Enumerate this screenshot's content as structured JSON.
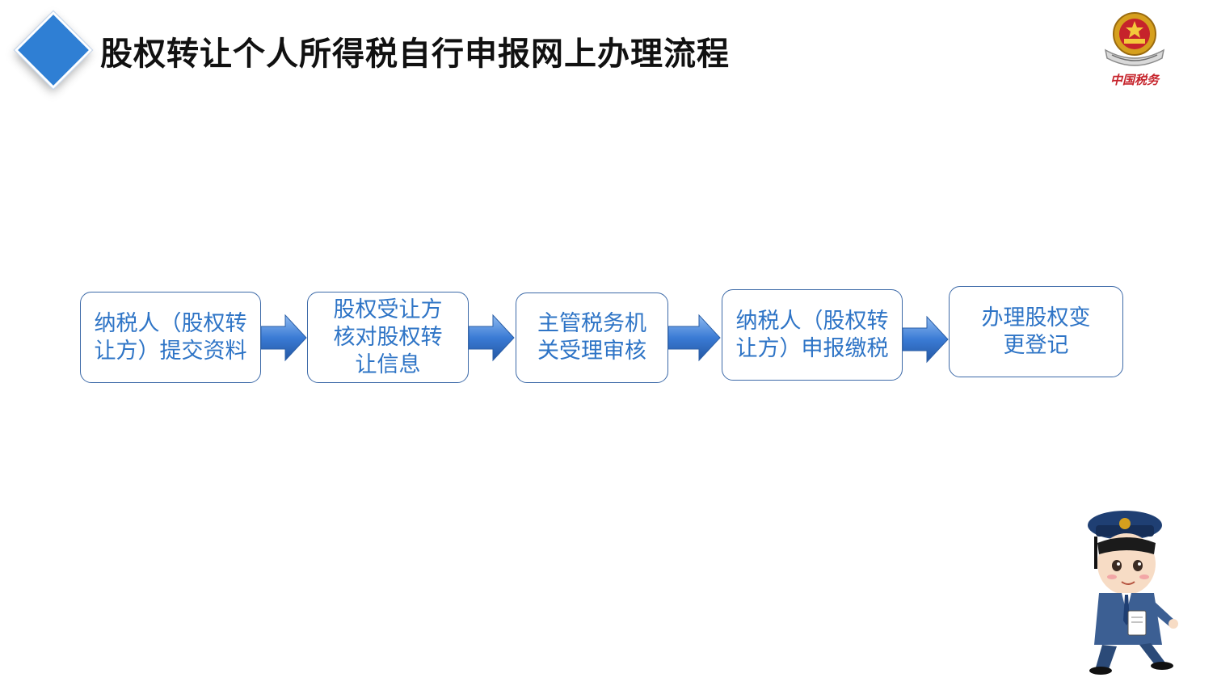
{
  "header": {
    "title": "股权转让个人所得税自行申报网上办理流程",
    "emblem_text": "中国税务"
  },
  "colors": {
    "accent": "#2f7fd4",
    "step_text": "#2e74c6",
    "step_border": "#3d6aa8",
    "arrow": "#3a7bd5",
    "emblem_red": "#c6232b"
  },
  "flow": {
    "steps": [
      {
        "id": "step-1",
        "text": "纳税人（股权转\n让方）提交资料"
      },
      {
        "id": "step-2",
        "text": "股权受让方\n核对股权转\n让信息"
      },
      {
        "id": "step-3",
        "text": "主管税务机\n关受理审核"
      },
      {
        "id": "step-4",
        "text": "纳税人（股权转\n让方）申报缴税"
      },
      {
        "id": "step-5",
        "text": "办理股权变\n更登记"
      }
    ]
  },
  "icons": {
    "diamond": "diamond-bullet-icon",
    "emblem": "tax-emblem-icon",
    "mascot": "tax-officer-mascot-icon",
    "arrow": "right-arrow-icon"
  }
}
